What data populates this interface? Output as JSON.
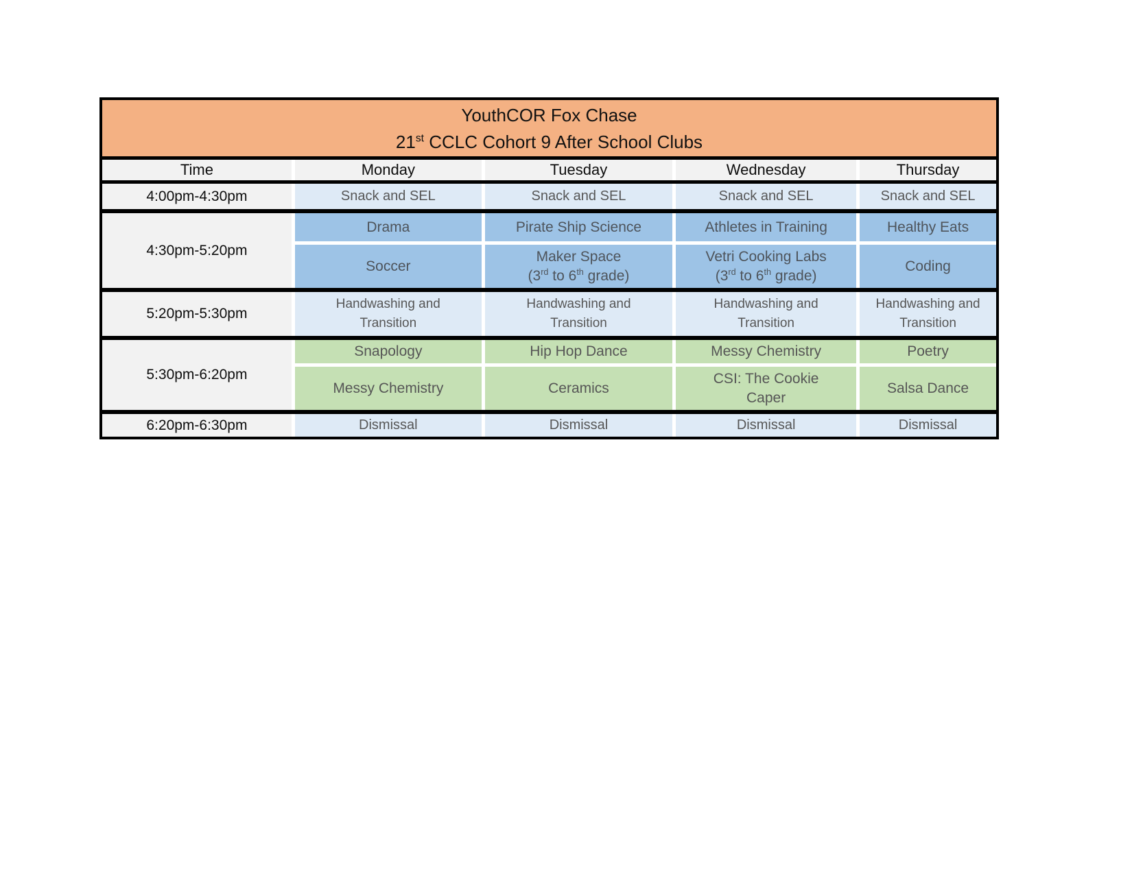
{
  "title": {
    "line1": "YouthCOR Fox Chase",
    "line2_pre": "21",
    "line2_sup": "st",
    "line2_post": " CCLC Cohort 9 After School Clubs"
  },
  "columns": {
    "time": "Time",
    "monday": "Monday",
    "tuesday": "Tuesday",
    "wednesday": "Wednesday",
    "thursday": "Thursday"
  },
  "schedule": {
    "snack": {
      "time": "4:00pm-4:30pm",
      "monday": "Snack and SEL",
      "tuesday": "Snack and SEL",
      "wednesday": "Snack and SEL",
      "thursday": "Snack and SEL"
    },
    "early_clubs": {
      "time": "4:30pm-5:20pm",
      "row1": {
        "monday": "Drama",
        "tuesday": "Pirate Ship Science",
        "wednesday": "Athletes in Training",
        "thursday": "Healthy Eats"
      },
      "row2": {
        "monday": "Soccer",
        "tuesday": "Maker Space",
        "wednesday": "Vetri Cooking Labs",
        "thursday": "Coding",
        "grade_note": {
          "pre": "(3",
          "sup1": "rd",
          "mid": " to 6",
          "sup2": "th",
          "post": " grade)"
        }
      }
    },
    "handwashing": {
      "time": "5:20pm-5:30pm",
      "text": "Handwashing and Transition"
    },
    "late_clubs": {
      "time": "5:30pm-6:20pm",
      "row1": {
        "monday": "Snapology",
        "tuesday": "Hip Hop Dance",
        "wednesday": "Messy Chemistry",
        "thursday": "Poetry"
      },
      "row2": {
        "monday": "Messy Chemistry",
        "tuesday": "Ceramics",
        "wednesday": "CSI: The Cookie Caper",
        "thursday": "Salsa Dance"
      }
    },
    "dismissal": {
      "time": "6:20pm-6:30pm",
      "monday": "Dismissal",
      "tuesday": "Dismissal",
      "wednesday": "Dismissal",
      "thursday": "Dismissal"
    }
  },
  "colors": {
    "header_orange": "#F4B183",
    "gray_cell": "#F2F2F2",
    "light_blue": "#DEEAF6",
    "medium_blue": "#9DC3E6",
    "green": "#C5E0B4",
    "border_black": "#000000",
    "activity_text": "#565656"
  }
}
